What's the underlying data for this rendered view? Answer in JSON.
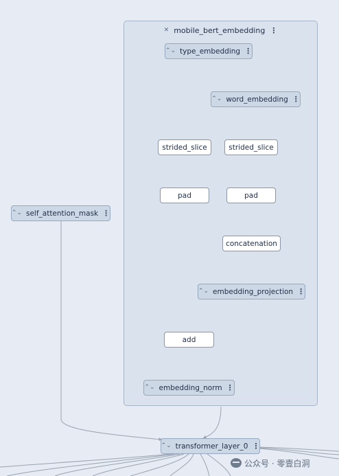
{
  "group": {
    "label": "mobile_bert_embedding"
  },
  "nodes": {
    "type_embedding": "type_embedding",
    "word_embedding": "word_embedding",
    "strided_slice_1": "strided_slice",
    "strided_slice_2": "strided_slice",
    "pad_1": "pad",
    "pad_2": "pad",
    "concatenation": "concatenation",
    "embedding_projection": "embedding_projection",
    "add": "add",
    "embedding_norm": "embedding_norm",
    "self_attention_mask": "self_attention_mask",
    "transformer_layer_0": "transformer_layer_0"
  },
  "icons": {
    "expand": "chevron-up-down-icon",
    "collapse": "collapse-icon",
    "menu": "kebab-menu-icon"
  },
  "glyphs": {
    "toggle": "⌃⌄",
    "collapse": "✕",
    "more": "⋮"
  },
  "watermark": {
    "text": "公众号 · 零壹白洞",
    "icon": "wechat-logo-icon"
  },
  "colors": {
    "background": "#e6ebf4",
    "group_fill": "#dae2ee",
    "module_fill": "#cdd8e7",
    "op_fill": "#ffffff",
    "edge": "#9aa3ae"
  }
}
